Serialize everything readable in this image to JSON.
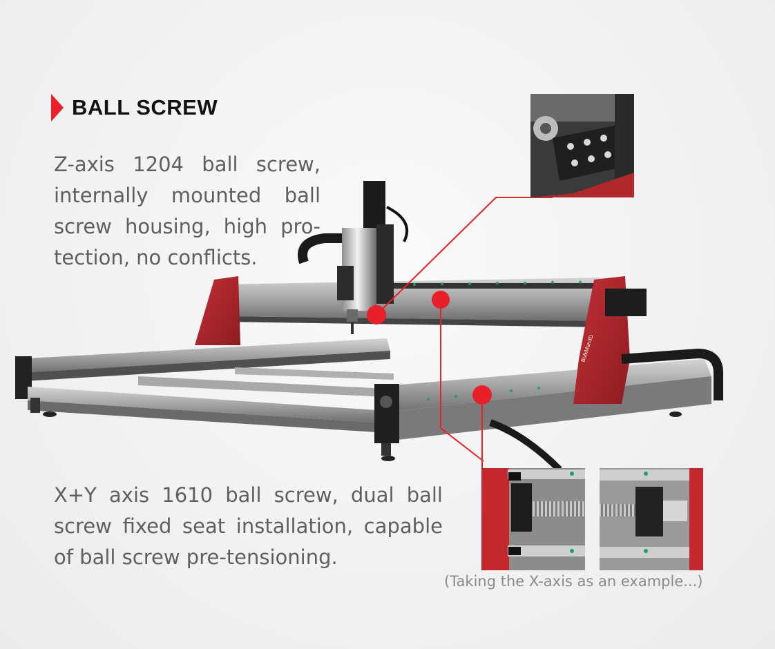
{
  "section": {
    "title": "BALL SCREW",
    "marker_color": "#e8202a"
  },
  "z_axis": {
    "description": "Z-axis 1204 ball screw, internally mounted ball screw housing, high pro­tection, no conflicts."
  },
  "xy_axis": {
    "description": "X+Y axis 1610 ball screw, dual ball screw fixed seat installation, capable of ball screw pre-tensioning."
  },
  "detail": {
    "caption": "(Taking the X-axis as an example...)"
  },
  "machine": {
    "brand_label": "BulkMan3D",
    "frame_color": "#b0282c",
    "rail_color": "#9a9a9a",
    "callout_color": "#e8202a"
  }
}
